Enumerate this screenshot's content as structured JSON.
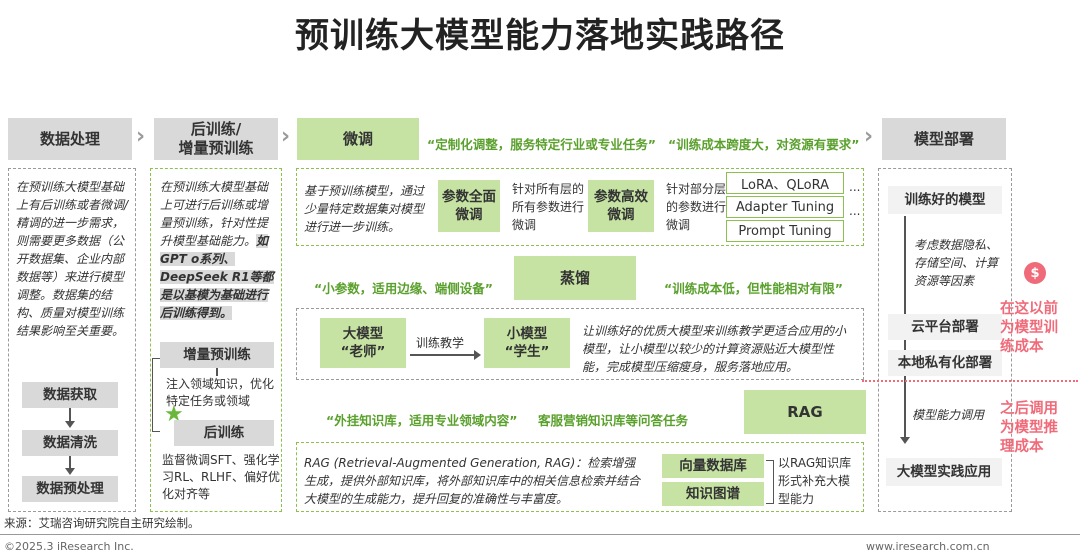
{
  "title": "预训练大模型能力落地实践路径",
  "col1": {
    "header": "数据处理",
    "desc": "在预训练大模型基础上有后训练或者微调/精调的进一步需求，则需要更多数据（公开数据集、企业内部数据等）来进行模型调整。数据集的结构、质量对模型训练结果影响至关重要。",
    "steps": [
      "数据获取",
      "数据清洗",
      "数据预处理"
    ]
  },
  "col2": {
    "header": "后训练/\n增量预训练",
    "desc_main": "在预训练大模型基础上可进行后训练或增量预训练，针对性提升模型基础能力。",
    "desc_highlight": "如GPT o系列、DeepSeek R1等都是以基模为基础进行后训练得到。",
    "box1": "增量预训练",
    "box1_desc": "注入领域知识，优化特定任务或领域",
    "box2": "后训练",
    "box2_desc": "监督微调SFT、强化学习RL、RLHF、偏好优化对齐等"
  },
  "col3": {
    "finetune": {
      "header": "微调",
      "quote1": "“定制化调整，服务特定行业或专业任务”",
      "quote2": "“训练成本跨度大，对资源有要求”",
      "desc": "基于预训练模型，通过少量特定数据集对模型进行进一步训练。",
      "full_box": "参数全面微调",
      "full_desc": "针对所有层的所有参数进行微调",
      "eff_box": "参数高效微调",
      "eff_desc": "针对部分层的参数进行微调",
      "methods": [
        "LoRA、QLoRA",
        "Adapter Tuning",
        "Prompt Tuning"
      ],
      "ellipsis": "..."
    },
    "distill": {
      "header": "蒸馏",
      "quote1": "“小参数，适用边缘、端侧设备”",
      "quote2": "“训练成本低，但性能相对有限”",
      "teacher": "大模型\n“老师”",
      "arrow_label": "训练教学",
      "student": "小模型\n“学生”",
      "desc": "让训练好的优质大模型来训练教学更适合应用的小模型，让小模型以较少的计算资源贴近大模型性能，完成模型压缩瘦身，服务落地应用。"
    },
    "rag": {
      "header": "RAG",
      "quote1": "“外挂知识库，适用专业领域内容”",
      "quote2": "客服营销知识库等问答任务",
      "desc": "RAG (Retrieval-Augmented Generation, RAG)：检索增强生成，提供外部知识库，将外部知识库中的相关信息检索并结合大模型的生成能力，提升回复的准确性与丰富度。",
      "box1": "向量数据库",
      "box2": "知识图谱",
      "side": "以RAG知识库形式补充大模型能力"
    }
  },
  "col4": {
    "header": "模型部署",
    "trained": "训练好的模型",
    "consider": "考虑数据隐私、存储空间、计算资源等因素",
    "cloud": "云平台部署",
    "local": "本地私有化部署",
    "call": "模型能力调用",
    "practice": "大模型实践应用",
    "note_top": "在这以前为模型训练成本",
    "note_bottom": "之后调用为模型推理成本",
    "money_icon": "money-bag"
  },
  "footer": {
    "source": "来源：艾瑞咨询研究院自主研究绘制。",
    "copyright": "©2025.3 iResearch Inc.",
    "site": "www.iresearch.com.cn"
  },
  "colors": {
    "green_fill": "#c6e3a3",
    "green_text": "#5aa02c",
    "pink": "#f06b7a",
    "grey": "#d9d9d9"
  }
}
